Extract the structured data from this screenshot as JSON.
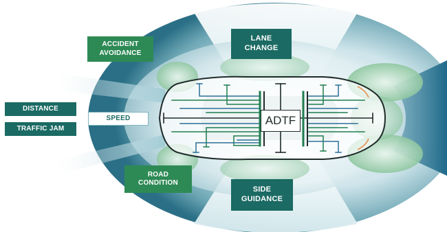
{
  "center": {
    "label": "ADTF"
  },
  "labels": {
    "accident_avoidance": "ACCIDENT\nAVOIDANCE",
    "lane_change": "LANE\nCHANGE",
    "distance": "DISTANCE",
    "traffic_jam": "TRAFFIC JAM",
    "speed": "SPEED",
    "road_condition": "ROAD\nCONDITION",
    "side_guidance": "SIDE\nGUIDANCE"
  },
  "colors": {
    "green": "#2e8a55",
    "teal": "#1b6a63",
    "bus_dark": "#1f2a2a",
    "bus_green": "#1f7d4f",
    "bus_blue": "#2a6f96",
    "field": "#c9e3ea"
  },
  "icons": [
    "car-outline",
    "sensor-field",
    "data-bus-lines"
  ]
}
